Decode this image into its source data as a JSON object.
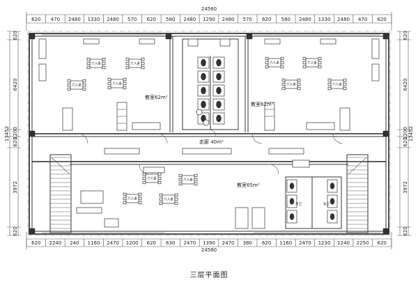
{
  "caption": "三层平面图",
  "rooms": {
    "classroom_left": "教室62m²",
    "classroom_right": "教室62m²",
    "corridor": "走廊 40m²",
    "classroom_bottom": "教室65m²"
  },
  "table_label": "六人桌",
  "toilet_labels": [
    "男卫",
    "女卫"
  ],
  "dimensions": {
    "top_total": "24560",
    "bottom_total": "24560",
    "top_segments": [
      "620",
      "470",
      "2480",
      "1330",
      "2480",
      "570",
      "620",
      "580",
      "2480",
      "1290",
      "2480",
      "570",
      "620",
      "580",
      "2480",
      "1330",
      "2480",
      "470",
      "620"
    ],
    "bottom_segments": [
      "620",
      "2240",
      "240",
      "1160",
      "2470",
      "1200",
      "620",
      "630",
      "2470",
      "1390",
      "2470",
      "380",
      "620",
      "1160",
      "2470",
      "1230",
      "1240",
      "2250",
      "620"
    ],
    "left_total": "13452",
    "right_total": "13452",
    "left_segments": [
      "620",
      "6420",
      "1200",
      "620",
      "3972",
      "620"
    ],
    "right_segments": [
      "620",
      "6420",
      "1200",
      "620",
      "3972",
      "620"
    ]
  }
}
